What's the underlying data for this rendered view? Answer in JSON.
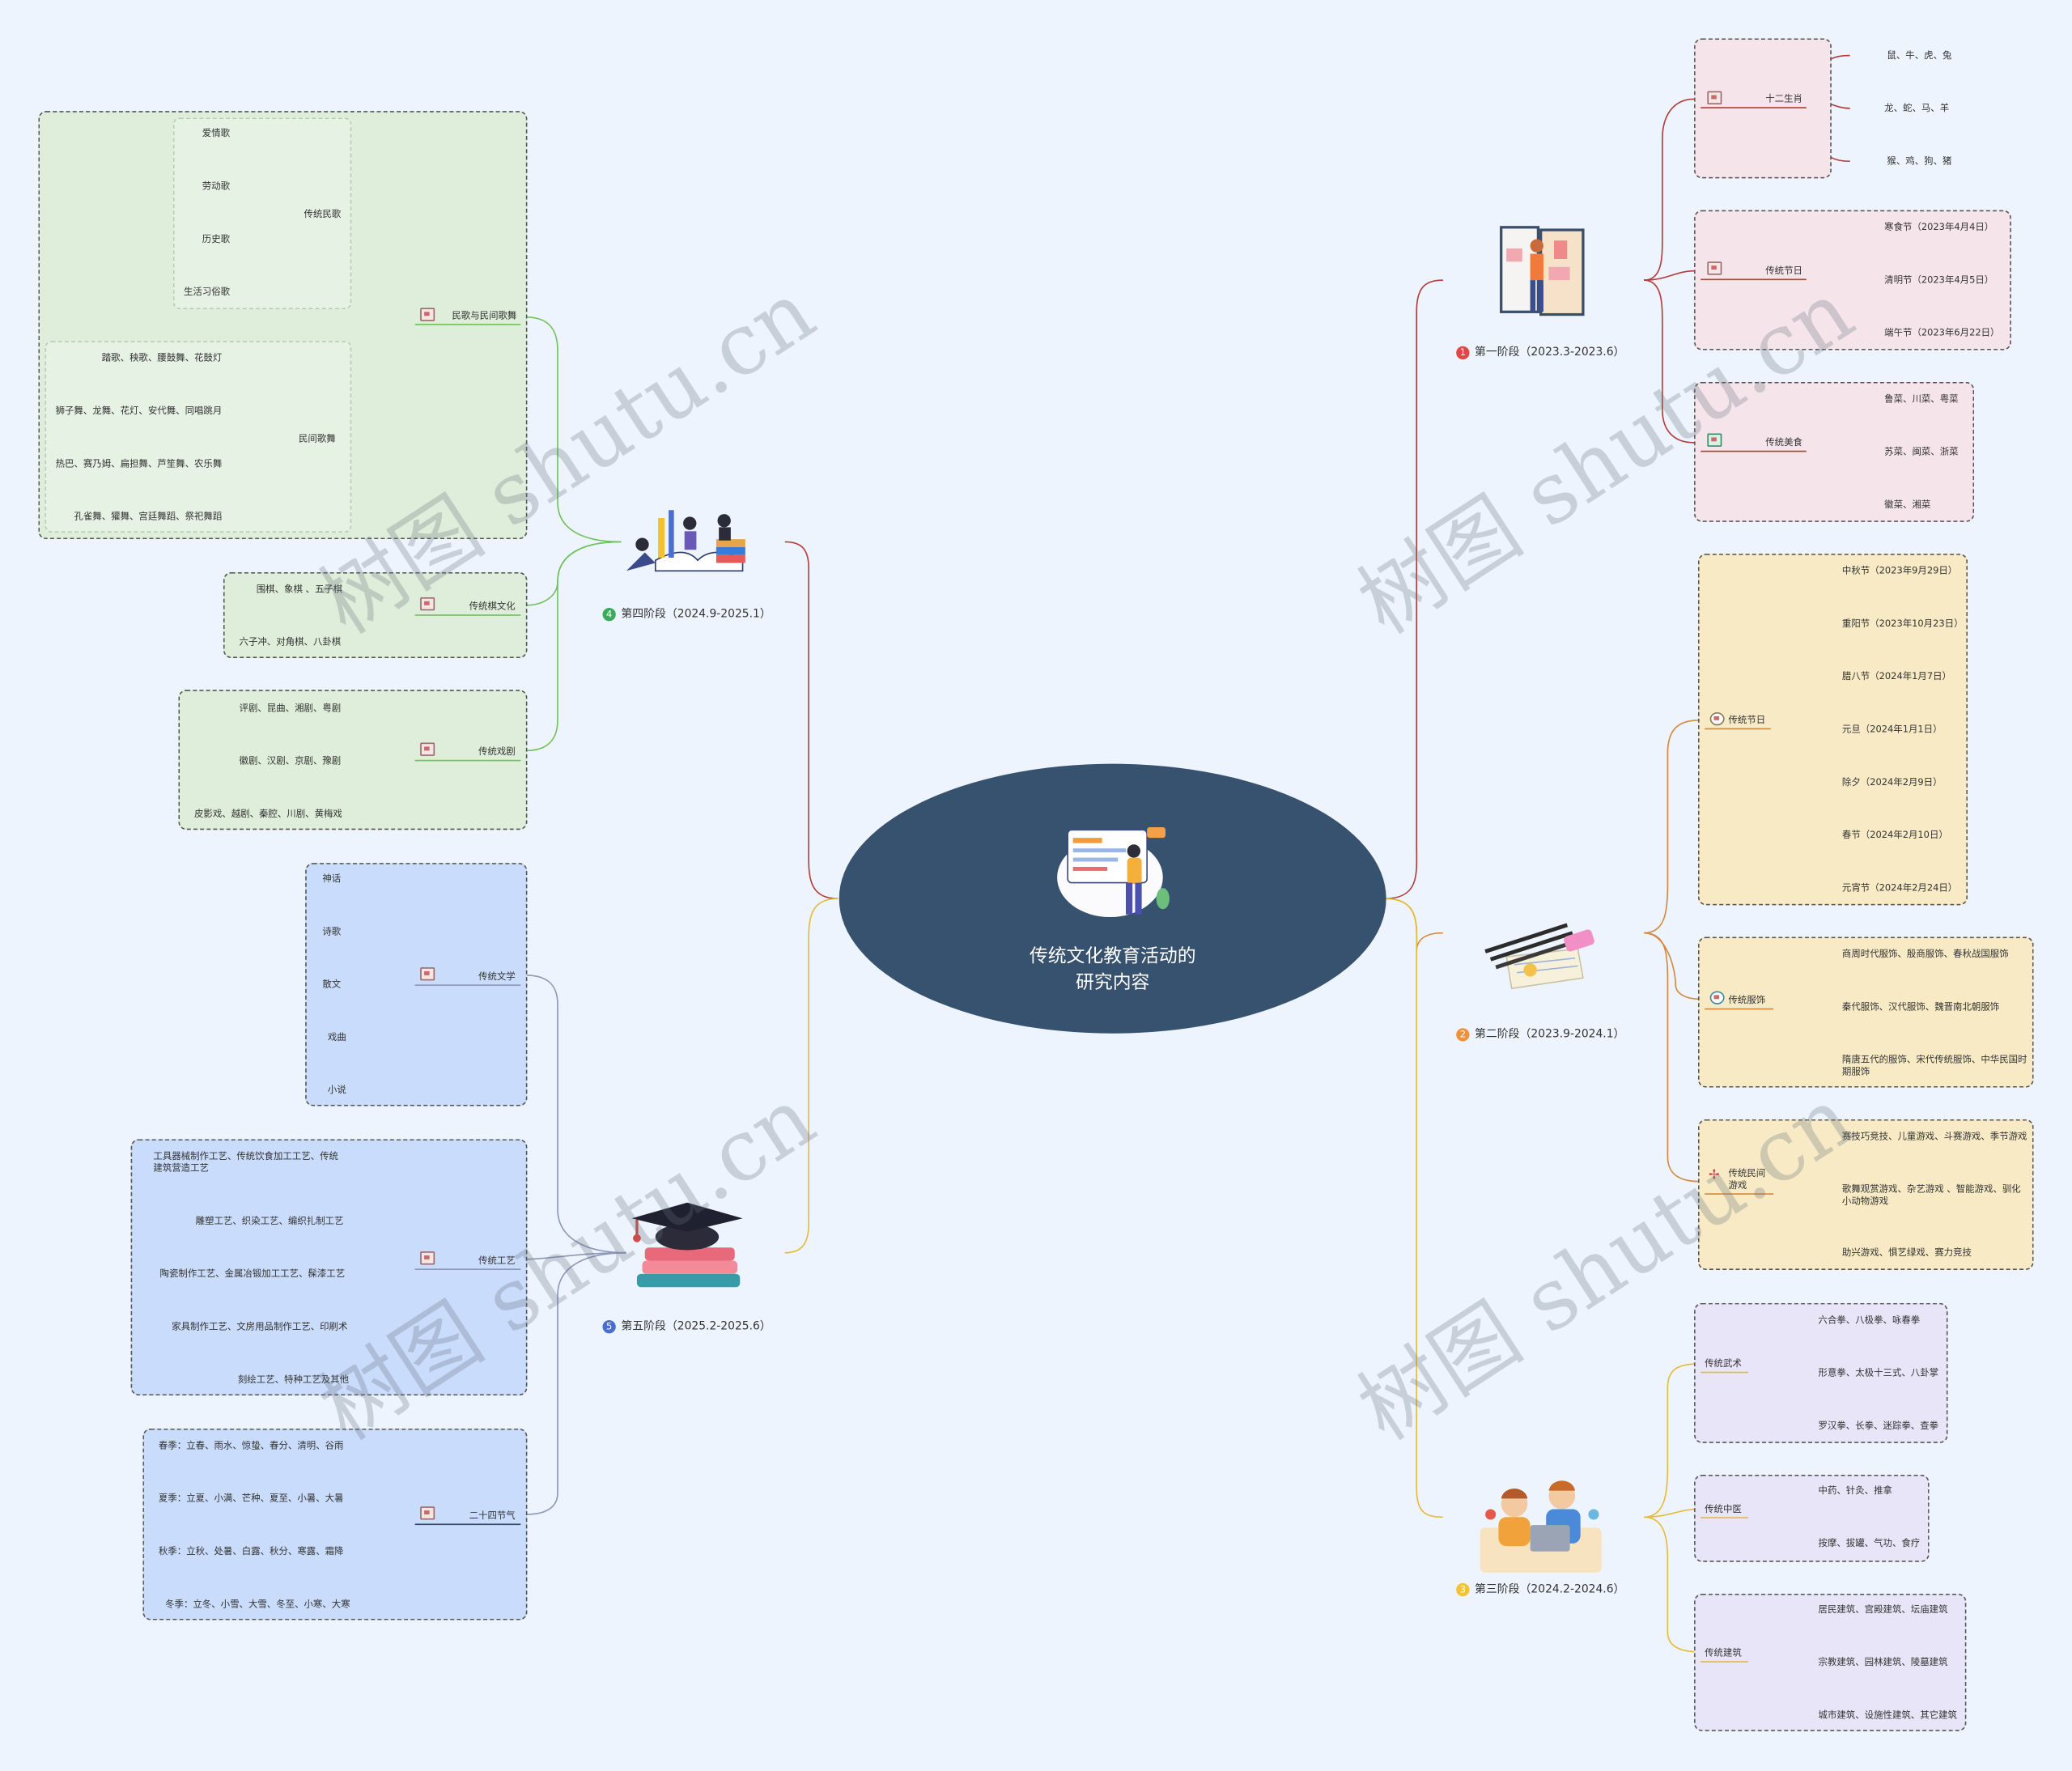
{
  "center": {
    "title_line1": "传统文化教育活动的",
    "title_line2": "研究内容"
  },
  "stages": {
    "s1": {
      "num": "1",
      "label": "第一阶段（2023.3-2023.6）",
      "color": "#e04747"
    },
    "s2": {
      "num": "2",
      "label": "第二阶段（2023.9-2024.1）",
      "color": "#f0913b"
    },
    "s3": {
      "num": "3",
      "label": "第三阶段（2024.2-2024.6）",
      "color": "#f2c433"
    },
    "s4": {
      "num": "4",
      "label": "第四阶段（2024.9-2025.1）",
      "color": "#3bab5b"
    },
    "s5": {
      "num": "5",
      "label": "第五阶段（2025.2-2025.6）",
      "color": "#4a6ed0"
    }
  },
  "s1": {
    "zodiac": {
      "label": "十二生肖",
      "items": [
        "鼠、牛、虎、兔",
        "龙、蛇、马、羊",
        "猴、鸡、狗、猪"
      ]
    },
    "festival": {
      "label": "传统节日",
      "items": [
        "寒食节（2023年4月4日）",
        "清明节（2023年4月5日）",
        "端午节（2023年6月22日）"
      ]
    },
    "food": {
      "label": "传统美食",
      "items": [
        "鲁菜、川菜、粤菜",
        "苏菜、闽菜、浙菜",
        "徽菜、湘菜"
      ]
    }
  },
  "s2": {
    "festival": {
      "label": "传统节日",
      "items": [
        "中秋节（2023年9月29日）",
        "重阳节（2023年10月23日）",
        "腊八节（2024年1月7日）",
        "元旦（2024年1月1日）",
        "除夕（2024年2月9日）",
        "春节（2024年2月10日）",
        "元宵节（2024年2月24日）"
      ]
    },
    "costume": {
      "label": "传统服饰",
      "items": [
        "商周时代服饰、殷商服饰、春秋战国服饰",
        "秦代服饰、汉代服饰、魏晋南北朝服饰",
        "隋唐五代的服饰、宋代传统服饰、中华民国时期服饰"
      ]
    },
    "games": {
      "label_line1": "传统民间",
      "label_line2": "游戏",
      "items": [
        "赛技巧竞技、儿童游戏、斗赛游戏、季节游戏",
        "歌舞观赏游戏、杂艺游戏 、智能游戏、驯化小动物游戏",
        "助兴游戏、惧艺绿戏、赛力竞技"
      ]
    }
  },
  "s3": {
    "martial": {
      "label": "传统武术",
      "items": [
        "六合拳、八极拳、咏春拳",
        "形意拳、太极十三式、八卦掌",
        "罗汉拳、长拳、迷踪拳、查拳"
      ]
    },
    "medicine": {
      "label": "传统中医",
      "items": [
        "中药、针灸、推拿",
        "按摩、拔罐、气功、食疗"
      ]
    },
    "architecture": {
      "label": "传统建筑",
      "items": [
        "居民建筑、宫殿建筑、坛庙建筑",
        "宗教建筑、园林建筑、陵墓建筑",
        "城市建筑、设施性建筑、其它建筑"
      ]
    }
  },
  "s4": {
    "folk": {
      "label": "民歌与民间歌舞",
      "songs": {
        "label": "传统民歌",
        "items": [
          "爱情歌",
          "劳动歌",
          "历史歌",
          "生活习俗歌"
        ]
      },
      "dances": {
        "label": "民间歌舞",
        "items": [
          "踏歌、秧歌、腰鼓舞、花鼓灯",
          "狮子舞、龙舞、花灯、安代舞、同唱跳月",
          "热巴、赛乃姆、扁担舞、芦笙舞、农乐舞",
          "孔雀舞、獾舞、宫廷舞蹈、祭祀舞蹈"
        ]
      }
    },
    "chess": {
      "label": "传统棋文化",
      "items": [
        "围棋、象棋 、五子棋",
        "六子冲、对角棋、八卦棋"
      ]
    },
    "opera": {
      "label": "传统戏剧",
      "items": [
        "评剧、昆曲、湘剧、粤剧",
        "徽剧、汉剧、京剧、豫剧",
        "皮影戏、越剧、秦腔、川剧、黄梅戏"
      ]
    }
  },
  "s5": {
    "literature": {
      "label": "传统文学",
      "items": [
        "神话",
        "诗歌",
        "散文",
        "戏曲",
        "小说"
      ]
    },
    "crafts": {
      "label": "传统工艺",
      "items": [
        "工具器械制作工艺、传统饮食加工工艺、传统建筑营造工艺",
        "雕塑工艺、织染工艺、编织扎制工艺",
        "陶瓷制作工艺、金属冶锻加工工艺、髹漆工艺",
        "家具制作工艺、文房用品制作工艺、印刷术",
        "刻绘工艺、特种工艺及其他"
      ]
    },
    "solar": {
      "label": "二十四节气",
      "items": [
        "春季：立春、雨水、惊蛰、春分、清明、谷雨",
        "夏季：立夏、小满、芒种、夏至、小暑、大暑",
        "秋季：立秋、处暑、白露、秋分、寒露、霜降",
        "冬季：立冬、小雪、大雪、冬至、小寒、大寒"
      ]
    }
  },
  "watermark": "树图 shutu.cn",
  "colors": {
    "s1_fill": "#f5e5ea",
    "s2_fill": "#f7eac4",
    "s3_fill": "#e9e5f8",
    "s4_fill": "#deeeda",
    "s5_fill": "#c9dcfb",
    "center": "#37526e"
  }
}
